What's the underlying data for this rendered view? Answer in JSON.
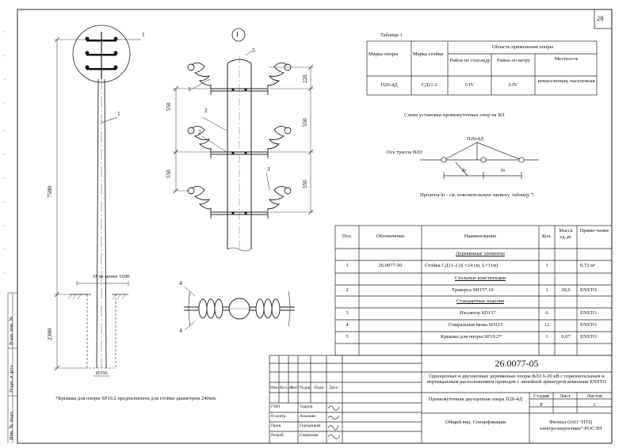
{
  "sheet": {
    "page_number": "28",
    "left_stamp": [
      "Взам. инв. №",
      "Подп. и дата",
      "Инв. № подл."
    ]
  },
  "figure": {
    "callout_circle": "I",
    "leader_labels": [
      "1",
      "1",
      "2",
      "2",
      "3",
      "3",
      "4",
      "4",
      "5"
    ],
    "dimensions": {
      "total_height": "7500",
      "buried": "2300",
      "pole_dia": "Ø350",
      "min_depth": "Ø не менее 1000",
      "spacing_550a": "550",
      "spacing_550b": "550",
      "gap_220": "220",
      "gap_550c": "550",
      "gap_550d": "550"
    },
    "footnote": "*Крышка для опоры SP19.2 предназначена для стойки диаметром 240мм."
  },
  "table1": {
    "title": "Таблица 1",
    "headers": {
      "col1": "Марка опоры",
      "col2": "Марка стойки",
      "group": "Область применения опоры",
      "sub1": "Район по гололеду",
      "sub2": "Район по ветру",
      "sub3": "Местность"
    },
    "row": [
      "П20-4Д",
      "СД11-2",
      "I-IV",
      "I-IV",
      "ненаселенная, населенная"
    ]
  },
  "scheme": {
    "title": "Схема установки промежуточных опор на ВЛ",
    "pole_label": "П20-4Д",
    "axis_label": "Ось трассы ВЛЗ",
    "span_labels": [
      "lп",
      "lп"
    ],
    "note": "Пролеты  lп - см. пояснительную записку, таблицу 7."
  },
  "spec": {
    "headers": [
      "Поз.",
      "Обозначение",
      "Наименование",
      "Кол.",
      "Масса ед.,кг",
      "Приме-чание"
    ],
    "section_wood": "Деревянные элементы",
    "section_steel": "Стальные конструкции",
    "section_std": "Стандартные изделия",
    "rows": [
      {
        "pos": "1",
        "code": "26.0077-50",
        "name": "Стойка СД11-2 (d =24 см, L=11м)",
        "qty": "1",
        "mass": "",
        "note": "0,72 м³"
      },
      {
        "pos": "2",
        "code": "",
        "name": "Траверса SH157.10",
        "qty": "1",
        "mass": "30,6",
        "note": "ENSTO"
      },
      {
        "pos": "3",
        "code": "",
        "name": "Изолятор SD137",
        "qty": "6",
        "mass": "",
        "note": "ENSTO"
      },
      {
        "pos": "4",
        "code": "",
        "name": "Спиральная вязка SO115",
        "qty": "12",
        "mass": "",
        "note": "ENSTO"
      },
      {
        "pos": "5",
        "code": "",
        "name": "Крышка для опоры SP19.2*",
        "qty": "1",
        "mass": "0,07",
        "note": "ENSTO"
      }
    ]
  },
  "title_block": {
    "doc_code": "26.0077-05",
    "project": "Одноцепные и двухцепные деревянные опоры ВЛЗ 6-20 кВ с горизонтальным и вертикальным расположением проводов с линейной арматурой компании ENSTO",
    "part_title": "Промежуточная двухцепная опора П20-4Д",
    "sheet_title": "Общий вид. Спецификация",
    "stage_label": "Стадия",
    "sheet_label": "Лист",
    "sheets_label": "Листов",
    "stage": "Р",
    "sheets": "1",
    "org": "Филиал ОАО \"НТЦ электроэнергетики\"-РОСЭП",
    "change_headers": [
      "Изм.",
      "Кол.уч.",
      "Лист",
      "№док.",
      "Подп.",
      "Дата"
    ],
    "roles": [
      {
        "role": "ГИП",
        "name": "Ударов"
      },
      {
        "role": "Н.контр.",
        "name": "Аналаян"
      },
      {
        "role": "Пров.",
        "name": "Городецкая"
      },
      {
        "role": "Разраб.",
        "name": "Смирнова"
      }
    ]
  }
}
